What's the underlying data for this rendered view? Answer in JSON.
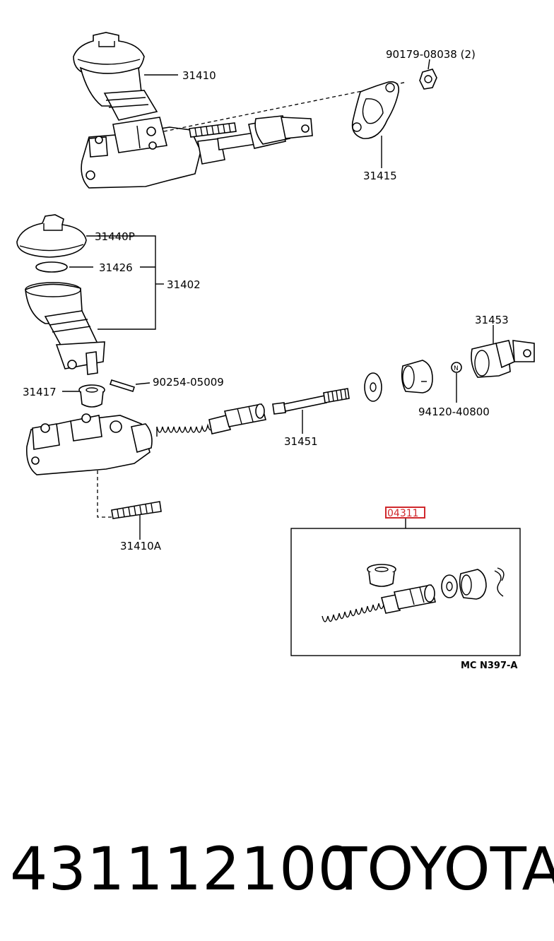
{
  "callouts": {
    "p31410": "31410",
    "p90179": "90179-08038 (2)",
    "p31415": "31415",
    "p31440P": "31440P",
    "p31426": "31426",
    "p31402": "31402",
    "p31453": "31453",
    "p90254": "90254-05009",
    "p31417": "31417",
    "p94120": "94120-40800",
    "p31451": "31451",
    "p31410A": "31410A",
    "kit": "04311"
  },
  "diagram_code": "MC N397-A",
  "footer": {
    "part_number": "431112100",
    "brand": "TOYOTA"
  },
  "colors": {
    "highlight": "#d0282c",
    "ink": "#000000"
  }
}
